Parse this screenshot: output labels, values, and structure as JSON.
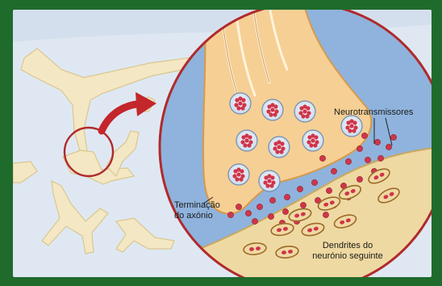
{
  "labels": {
    "axon_terminal": [
      "Terminação",
      "do axónio"
    ],
    "neurotransmitters": "Neurotransmissores",
    "dendrites": [
      "Dendrites do",
      "neurónio seguinte"
    ]
  },
  "colors": {
    "frame_green": "#1f6b2c",
    "background_blue": "#dfe8f2",
    "cleft_blue": "#8fb3dc",
    "axon_orange": "#f6cf94",
    "dendrite_tan": "#efd9a2",
    "vesicle_red": "#d0354a",
    "arrow_red": "#c3262b"
  }
}
